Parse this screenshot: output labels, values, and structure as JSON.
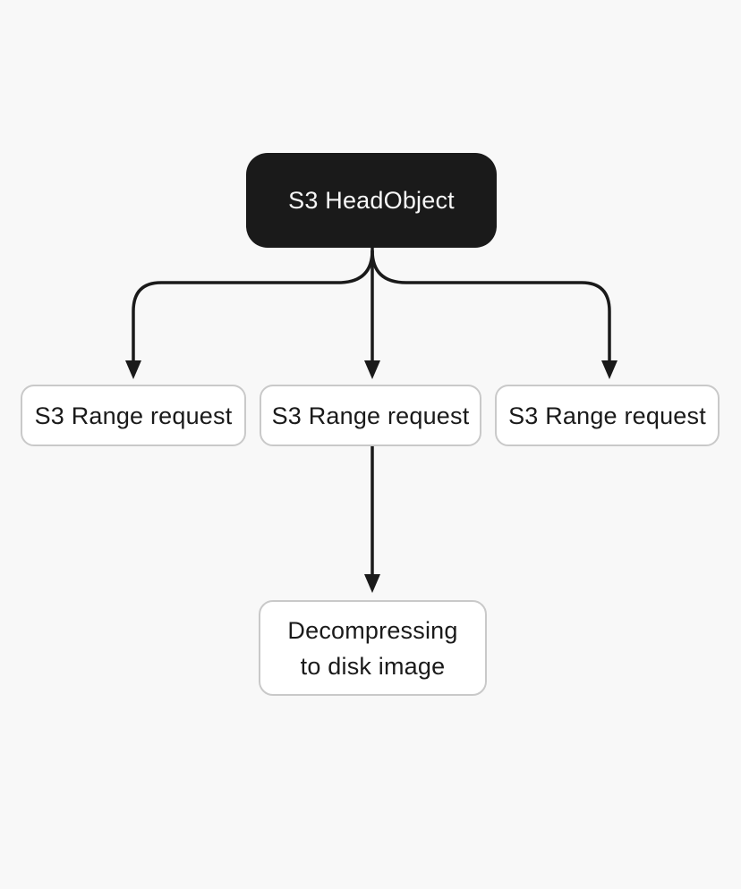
{
  "page": {
    "background_color": "#f8f8f8"
  },
  "diagram": {
    "type": "flowchart",
    "colors": {
      "root_node_background": "#1a1a1a",
      "root_node_text": "#f7f7f7",
      "child_node_background": "#ffffff",
      "child_node_border": "#c9c9c9",
      "child_node_text": "#1a1a1a",
      "arrow_color": "#1a1a1a"
    },
    "root": {
      "label": "S3 HeadObject"
    },
    "children": [
      {
        "label": "S3 Range request"
      },
      {
        "label": "S3 Range request"
      },
      {
        "label": "S3 Range request"
      }
    ],
    "leaf": {
      "label": "Decompressing to disk image",
      "line1": "Decompressing",
      "line2": "to disk image"
    },
    "edges": [
      {
        "from": "S3 HeadObject",
        "to": "S3 Range request (left)"
      },
      {
        "from": "S3 HeadObject",
        "to": "S3 Range request (middle)"
      },
      {
        "from": "S3 HeadObject",
        "to": "S3 Range request (right)"
      },
      {
        "from": "S3 Range request (middle)",
        "to": "Decompressing to disk image"
      }
    ]
  }
}
